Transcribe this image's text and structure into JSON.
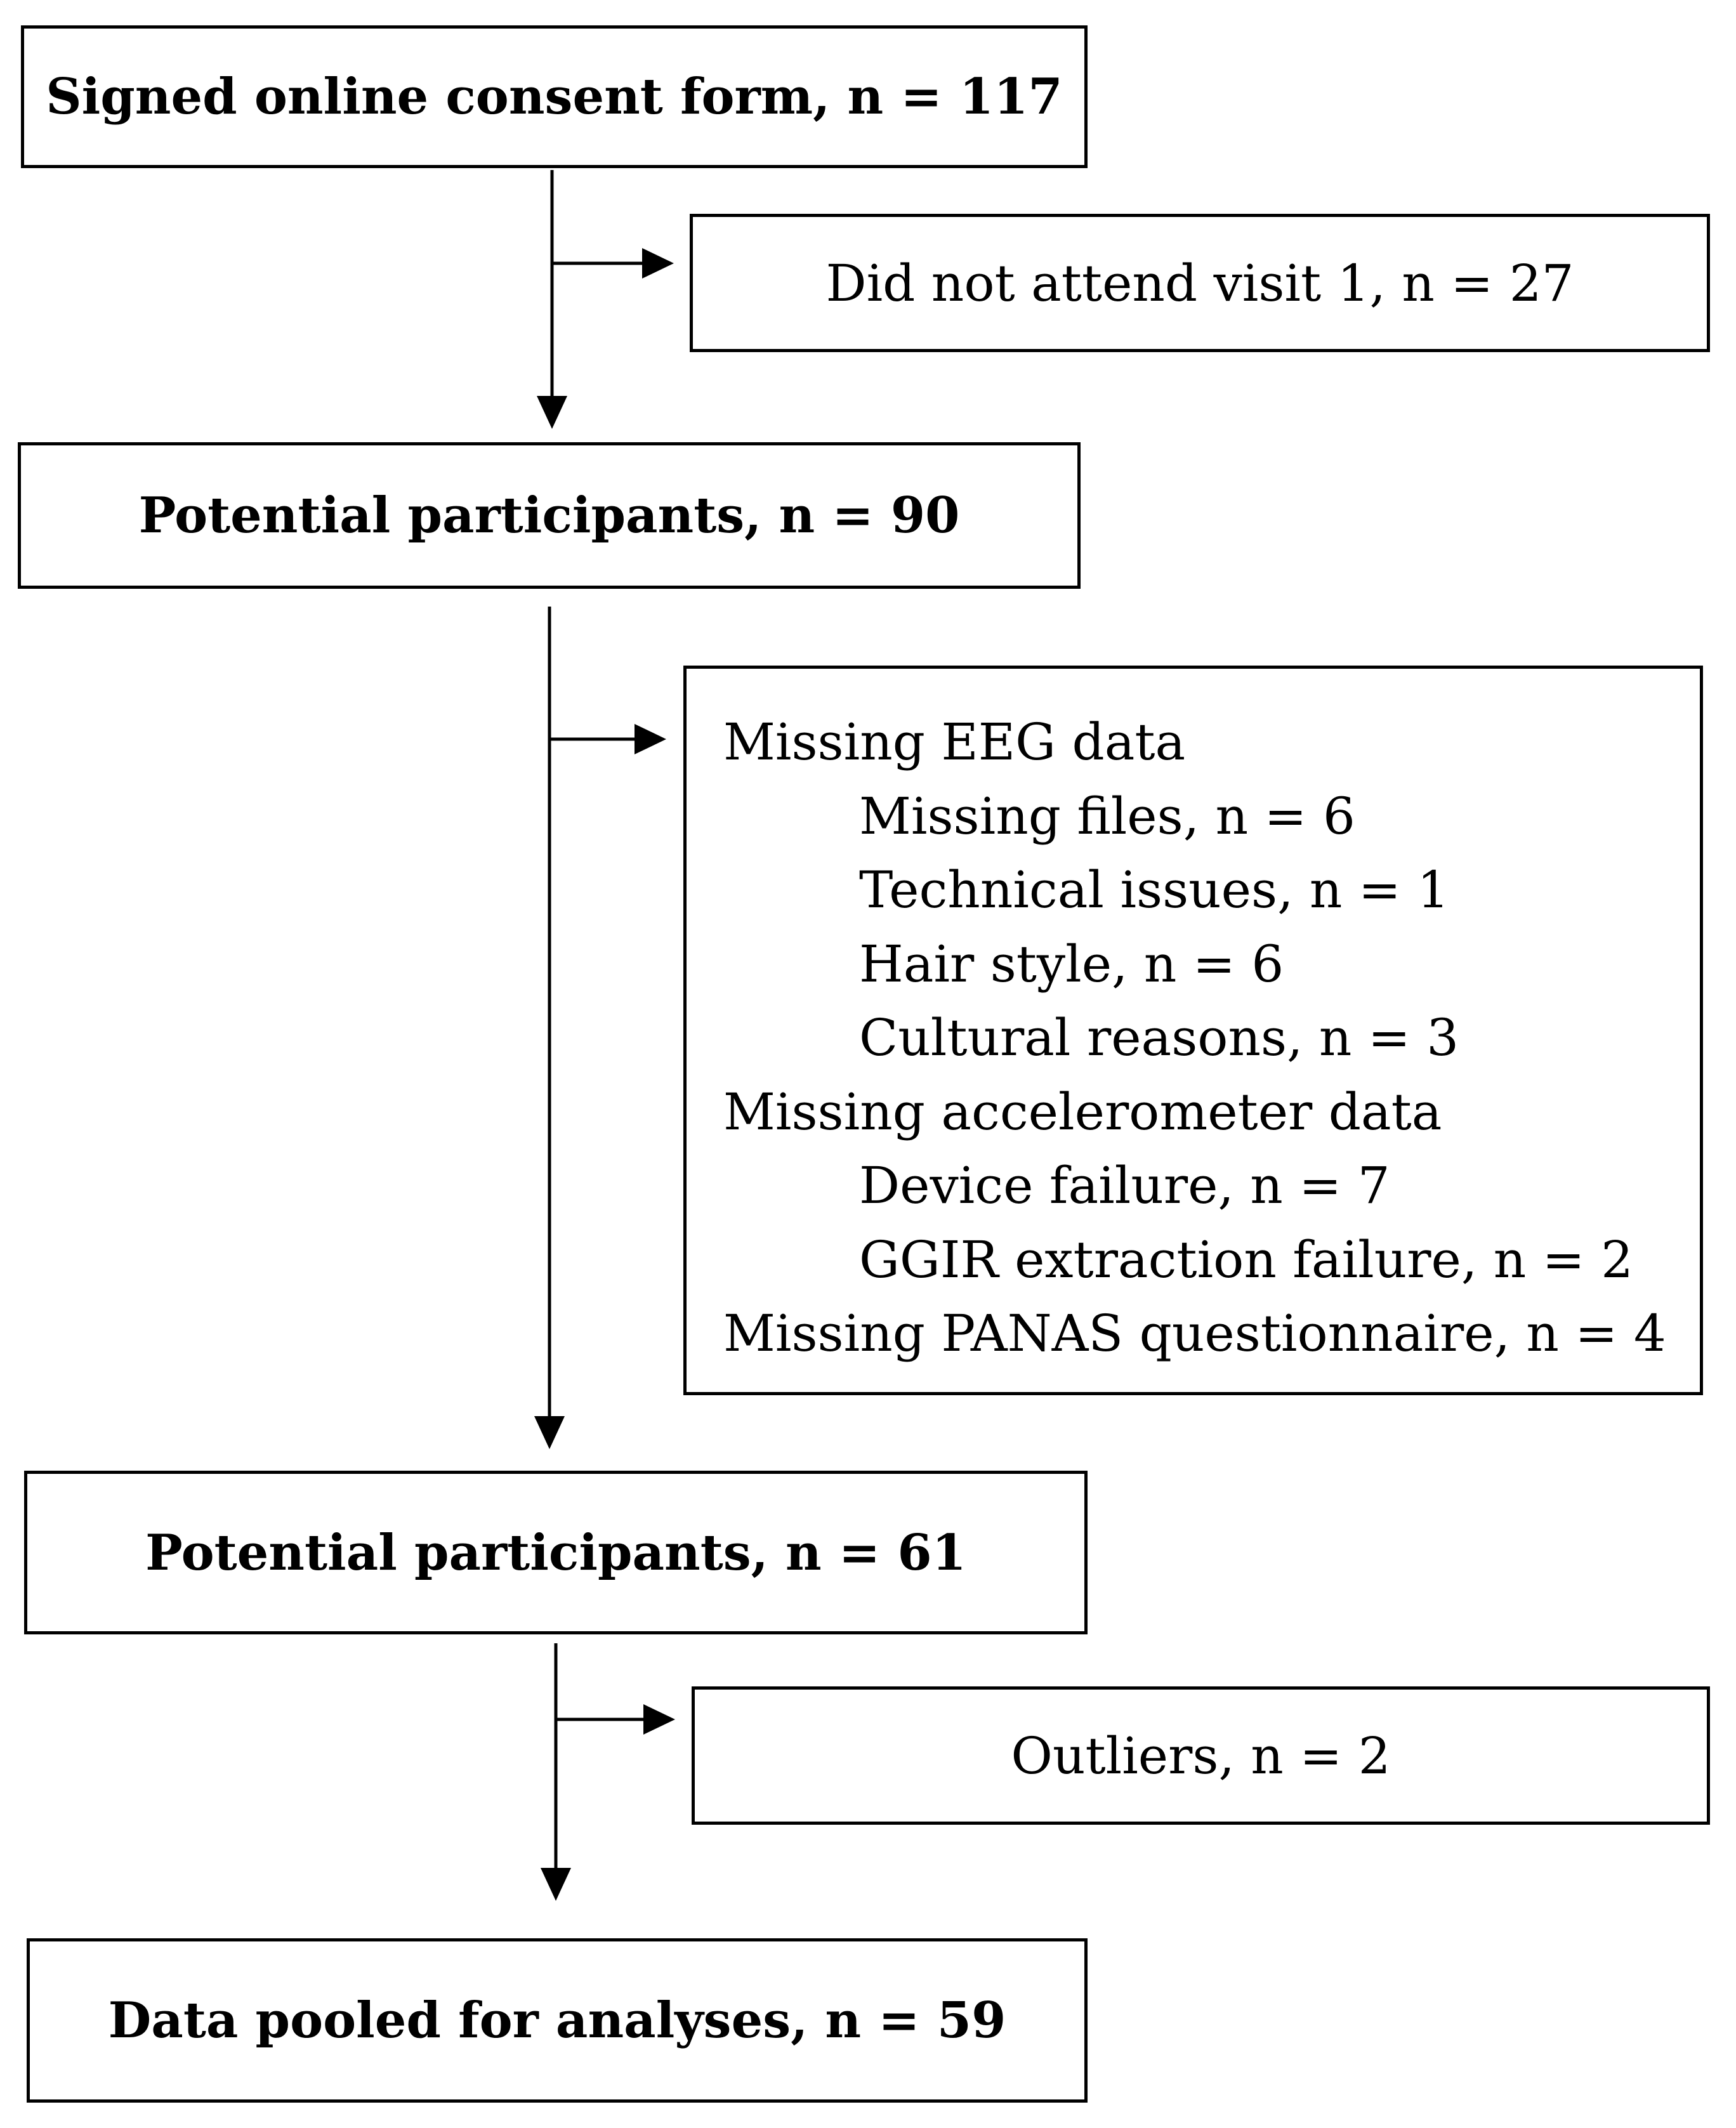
{
  "flowchart": {
    "main_boxes": [
      {
        "label": "Signed online consent form, n = 117"
      },
      {
        "label": "Potential participants, n = 90"
      },
      {
        "label": "Potential participants, n = 61"
      },
      {
        "label": "Data pooled for analyses, n = 59"
      }
    ],
    "exclusion_1": {
      "label": "Did not attend visit 1, n = 27"
    },
    "exclusion_2": {
      "lines": [
        {
          "text": "Missing EEG data",
          "level": 0
        },
        {
          "text": "Missing files, n = 6",
          "level": 1
        },
        {
          "text": "Technical issues, n = 1",
          "level": 1
        },
        {
          "text": "Hair style, n = 6",
          "level": 1
        },
        {
          "text": "Cultural reasons, n = 3",
          "level": 1
        },
        {
          "text": "Missing accelerometer data",
          "level": 0
        },
        {
          "text": "Device failure, n = 7",
          "level": 1
        },
        {
          "text": "GGIR extraction failure, n = 2",
          "level": 1
        },
        {
          "text": "Missing PANAS questionnaire, n = 4",
          "level": 0
        }
      ]
    },
    "exclusion_3": {
      "label": "Outliers, n = 2"
    }
  }
}
